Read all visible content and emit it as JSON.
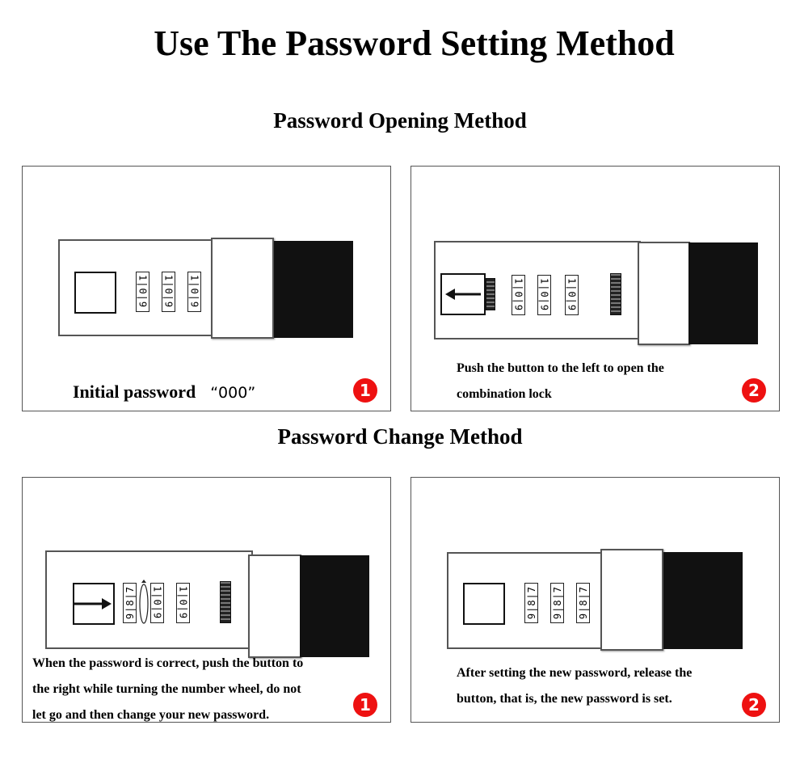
{
  "title": "Use The Password Setting Method",
  "sections": {
    "opening": {
      "heading": "Password Opening Method",
      "step1": {
        "label_initial": "Initial password",
        "password": "“000”",
        "badge": "1",
        "wheels": [
          "1|0|9",
          "1|0|9",
          "1|0|9"
        ]
      },
      "step2": {
        "caption": [
          "Push the button to the left to open the",
          "combination lock"
        ],
        "badge": "2",
        "wheels": [
          "1|0|9",
          "1|0|9",
          "1|0|9"
        ]
      }
    },
    "change": {
      "heading": "Password Change Method",
      "step1": {
        "caption": [
          "When the password is correct, push the button to",
          "the right while turning the number wheel, do not",
          "let go and then change your new password."
        ],
        "badge": "1",
        "wheels": [
          "9|8|7",
          "1|0|9",
          "1|0|9"
        ]
      },
      "step2": {
        "caption": [
          "After setting the new password, release the",
          "button, that is, the new password is set."
        ],
        "badge": "2",
        "wheels": [
          "9|8|7",
          "9|8|7",
          "9|8|7"
        ]
      }
    }
  }
}
